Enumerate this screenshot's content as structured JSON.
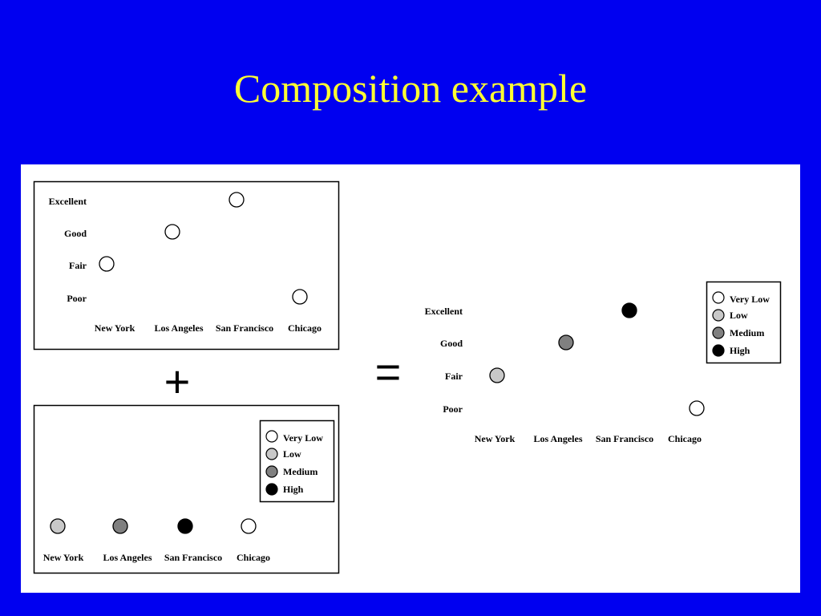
{
  "slide": {
    "title": "Composition example",
    "plus": "+",
    "equals": "="
  },
  "cities": [
    "New York",
    "Los Angeles",
    "San Francisco",
    "Chicago"
  ],
  "quality_levels": [
    "Excellent",
    "Good",
    "Fair",
    "Poor"
  ],
  "cost_levels": [
    "Very Low",
    "Low",
    "Medium",
    "High"
  ],
  "colors": {
    "background": "#0000f0",
    "title": "#ffff33",
    "very_low": "#ffffff",
    "low": "#c8c8c8",
    "medium": "#808080",
    "high": "#000000"
  },
  "chart_data": [
    {
      "type": "scatter",
      "name": "quality",
      "categories": [
        "New York",
        "Los Angeles",
        "San Francisco",
        "Chicago"
      ],
      "y_categories": [
        "Excellent",
        "Good",
        "Fair",
        "Poor"
      ],
      "points": [
        {
          "x": "New York",
          "y": "Fair"
        },
        {
          "x": "Los Angeles",
          "y": "Good"
        },
        {
          "x": "San Francisco",
          "y": "Excellent"
        },
        {
          "x": "Chicago",
          "y": "Poor"
        }
      ]
    },
    {
      "type": "scatter",
      "name": "cost",
      "categories": [
        "New York",
        "Los Angeles",
        "San Francisco",
        "Chicago"
      ],
      "legend": [
        "Very Low",
        "Low",
        "Medium",
        "High"
      ],
      "points": [
        {
          "x": "New York",
          "color": "Low"
        },
        {
          "x": "Los Angeles",
          "color": "Medium"
        },
        {
          "x": "San Francisco",
          "color": "High"
        },
        {
          "x": "Chicago",
          "color": "Very Low"
        }
      ]
    },
    {
      "type": "scatter",
      "name": "composed",
      "categories": [
        "New York",
        "Los Angeles",
        "San Francisco",
        "Chicago"
      ],
      "y_categories": [
        "Excellent",
        "Good",
        "Fair",
        "Poor"
      ],
      "legend": [
        "Very Low",
        "Low",
        "Medium",
        "High"
      ],
      "points": [
        {
          "x": "New York",
          "y": "Fair",
          "color": "Low"
        },
        {
          "x": "Los Angeles",
          "y": "Good",
          "color": "Medium"
        },
        {
          "x": "San Francisco",
          "y": "Excellent",
          "color": "High"
        },
        {
          "x": "Chicago",
          "y": "Poor",
          "color": "Very Low"
        }
      ]
    }
  ]
}
